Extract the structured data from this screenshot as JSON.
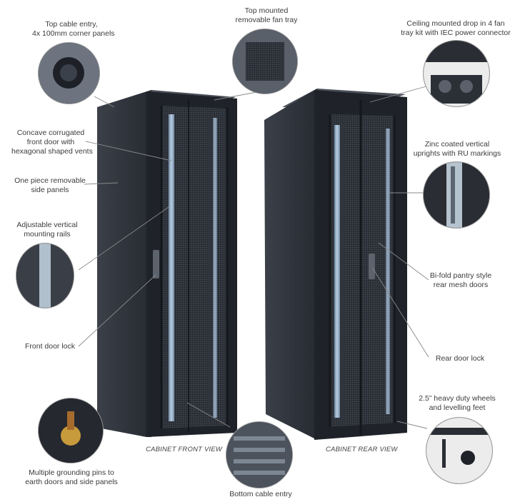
{
  "callouts": {
    "top_cable_entry": [
      "Top cable entry,",
      "4x 100mm corner panels"
    ],
    "fan_tray": [
      "Top  mounted",
      "removable fan tray"
    ],
    "ceiling_fan": [
      "Ceiling mounted drop in 4 fan",
      "tray kit with IEC power connector"
    ],
    "front_door": [
      "Concave corrugated",
      "front door with",
      "hexagonal shaped vents"
    ],
    "side_panels": [
      "One piece removable",
      "side panels"
    ],
    "mounting_rails": [
      "Adjustable vertical",
      "mounting  rails"
    ],
    "front_lock": [
      "Front door lock"
    ],
    "uprights": [
      "Zinc coated vertical",
      "uprights with RU markings"
    ],
    "rear_doors": [
      "Bi-fold pantry style",
      "rear mesh doors"
    ],
    "rear_lock": [
      "Rear door lock"
    ],
    "wheels": [
      "2.5” heavy duty wheels",
      "and levelling feet"
    ],
    "grounding": [
      "Multiple grounding pins to",
      "earth doors and side panels"
    ],
    "bottom_entry": [
      "Bottom cable entry"
    ]
  },
  "views": {
    "front": "CABINET FRONT VIEW",
    "rear": "CABINET REAR VIEW"
  },
  "colors": {
    "cabinet": "#2e323a",
    "cabinet_dark": "#1c1f25",
    "rail": "#9fb6cc",
    "leader": "#8a8a8a"
  }
}
